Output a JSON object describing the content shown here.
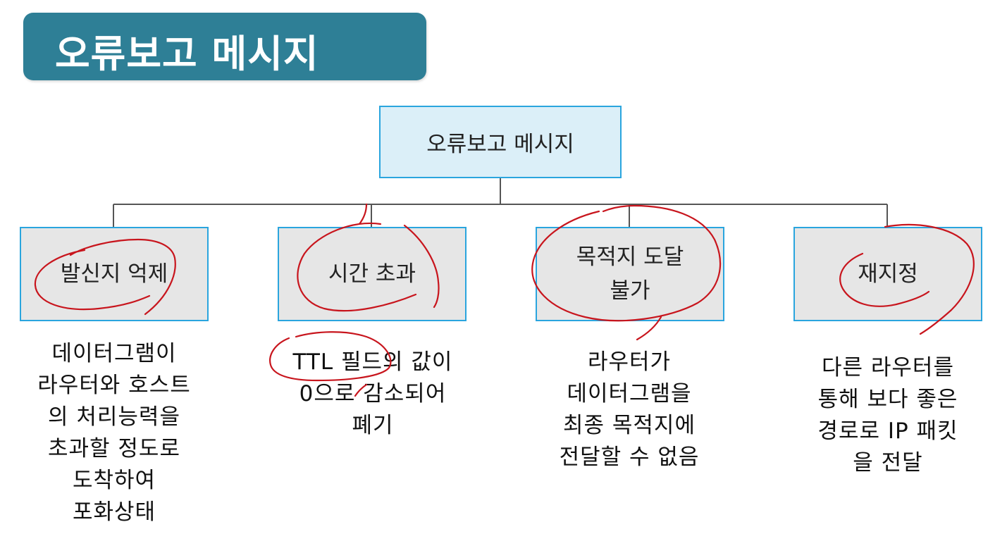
{
  "title": "오류보고 메시지",
  "root": {
    "label": "오류보고 메시지"
  },
  "children": [
    {
      "label": "발신지 억제",
      "description": "데이터그램이\n라우터와 호스트\n의 처리능력을\n초과할 정도로\n도착하여\n포화상태"
    },
    {
      "label": "시간 초과",
      "description": "TTL 필드의 값이\n0으로 감소되어\n폐기"
    },
    {
      "label": "목적지 도달\n불가",
      "description": "라우터가\n데이터그램을\n최종 목적지에\n전달할 수 없음"
    },
    {
      "label": "재지정",
      "description": "다른 라우터를\n통해 보다 좋은\n경로로 IP 패킷\n을 전달"
    }
  ],
  "colors": {
    "banner": "#2e7f96",
    "root_fill": "#dbeff8",
    "box_border": "#2aa5de",
    "child_fill": "#e6e6e6",
    "connector": "#555555",
    "annotation": "#c8151d"
  }
}
